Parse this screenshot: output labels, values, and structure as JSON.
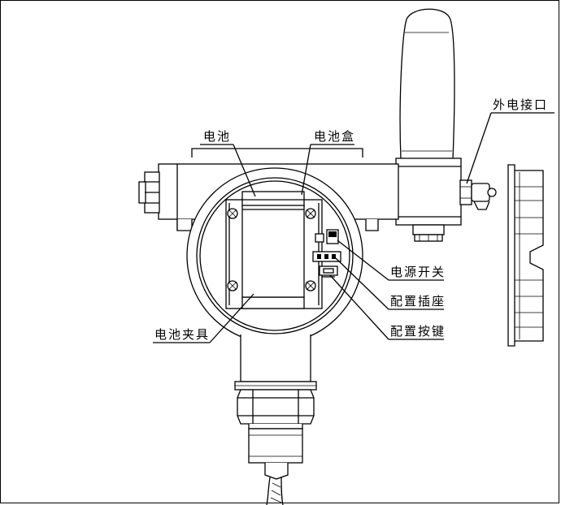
{
  "labels": {
    "external_power_port": "外电接口",
    "battery": "电池",
    "battery_box": "电池盒",
    "power_switch": "电源开关",
    "config_socket": "配置插座",
    "config_button": "配置按键",
    "battery_clamp": "电池夹具"
  }
}
